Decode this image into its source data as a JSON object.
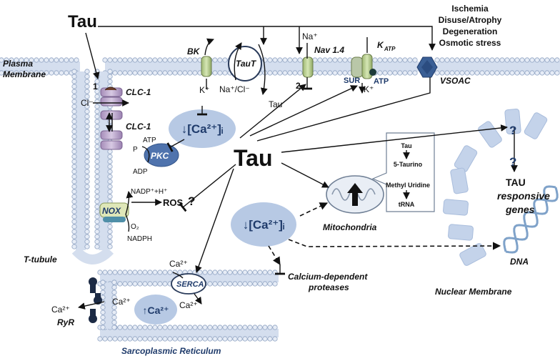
{
  "labels": {
    "tau_top": "Tau",
    "tau_center": "Tau",
    "plasma_membrane_1": "Plasma",
    "plasma_membrane_2": "Membrane",
    "t_tubule": "T-tubule",
    "sarcoplasmic_reticulum": "Sarcoplasmic Reticulum",
    "nuclear_membrane": "Nuclear Membrane",
    "mitochondria": "Mitochondria",
    "dna": "DNA",
    "calcium_proteases_1": "Calcium-dependent",
    "calcium_proteases_2": "proteases",
    "tau_genes_1": "TAU",
    "tau_genes_2": "responsive",
    "tau_genes_3": "genes",
    "stress_1": "Ischemia",
    "stress_2": "Disuse/Atrophy",
    "stress_3": "Degeneration",
    "stress_4": "Osmotic stress"
  },
  "channels": {
    "bk": "BK",
    "taut": "TauT",
    "nav": "Nav 1.4",
    "katp": "K",
    "katp_sub": "ATP",
    "vsoac": "VSOAC",
    "clc1_a": "CLC-1",
    "clc1_b": "CLC-1",
    "pkc": "PKC",
    "nox": "NOX",
    "serca": "SERCA",
    "ryr": "RyR",
    "sur": "SUR"
  },
  "ions": {
    "na_top": "Na⁺",
    "k_bk": "K⁺",
    "na_cl": "Na⁺/Cl⁻",
    "tau_small": "Tau",
    "atp_k": "ATP",
    "k_katp": "K⁺",
    "cl": "Cl⁻",
    "atp_pkc": "ATP",
    "adp_pkc": "ADP",
    "p": "P",
    "nadp": "NADP⁺+H⁺",
    "ros": "ROS",
    "o2": "O₂",
    "nadph": "NADPH",
    "ca_serca_top": "Ca²⁺",
    "ca_serca_right": "Ca²⁺",
    "ca_sr_left": "Ca²⁺",
    "ca_sr_mid": "Ca²⁺",
    "num_1": "1",
    "num_2": "2"
  },
  "ca_pools": {
    "ca_down_1": "↓[Ca²⁺]ᵢ",
    "ca_down_2": "↓[Ca²⁺]ᵢ",
    "ca_up_sr": "↑Ca²⁺"
  },
  "mito_box": {
    "l1": "Tau",
    "l2": "5-Taurino",
    "l3": "Methyl Uridine",
    "l4": "tRNA"
  },
  "unknowns": {
    "q1": "?",
    "q2": "?",
    "q3": "?"
  }
}
